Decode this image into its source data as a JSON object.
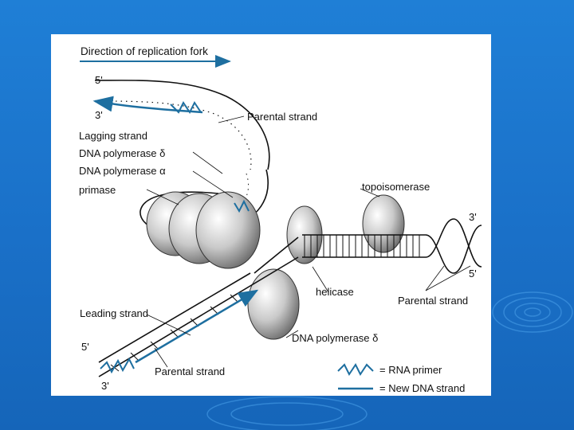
{
  "figure": {
    "direction": "Direction of replication fork",
    "strand_end_5_top": "5'",
    "strand_end_3_top": "3'",
    "parental_strand_top": "Parental strand",
    "lagging_strand": "Lagging strand",
    "dna_pol_delta_1": "DNA polymerase δ",
    "dna_pol_alpha": "DNA polymerase α",
    "primase": "primase",
    "topoisomerase": "topoisomerase",
    "right_3": "3'",
    "right_5": "5'",
    "helicase": "helicase",
    "parental_strand_right": "Parental strand",
    "leading_strand": "Leading strand",
    "dna_pol_delta_2": "DNA polymerase δ",
    "strand_end_5_bottom": "5'",
    "parental_strand_bottom": "Parental strand",
    "strand_end_3_bottom": "3'"
  },
  "legend": {
    "rna_primer": "= RNA primer",
    "new_dna": "= New DNA strand"
  },
  "colors": {
    "background": "#1a70c8",
    "new_strand": "#1e6fa0",
    "ink": "#111111"
  }
}
